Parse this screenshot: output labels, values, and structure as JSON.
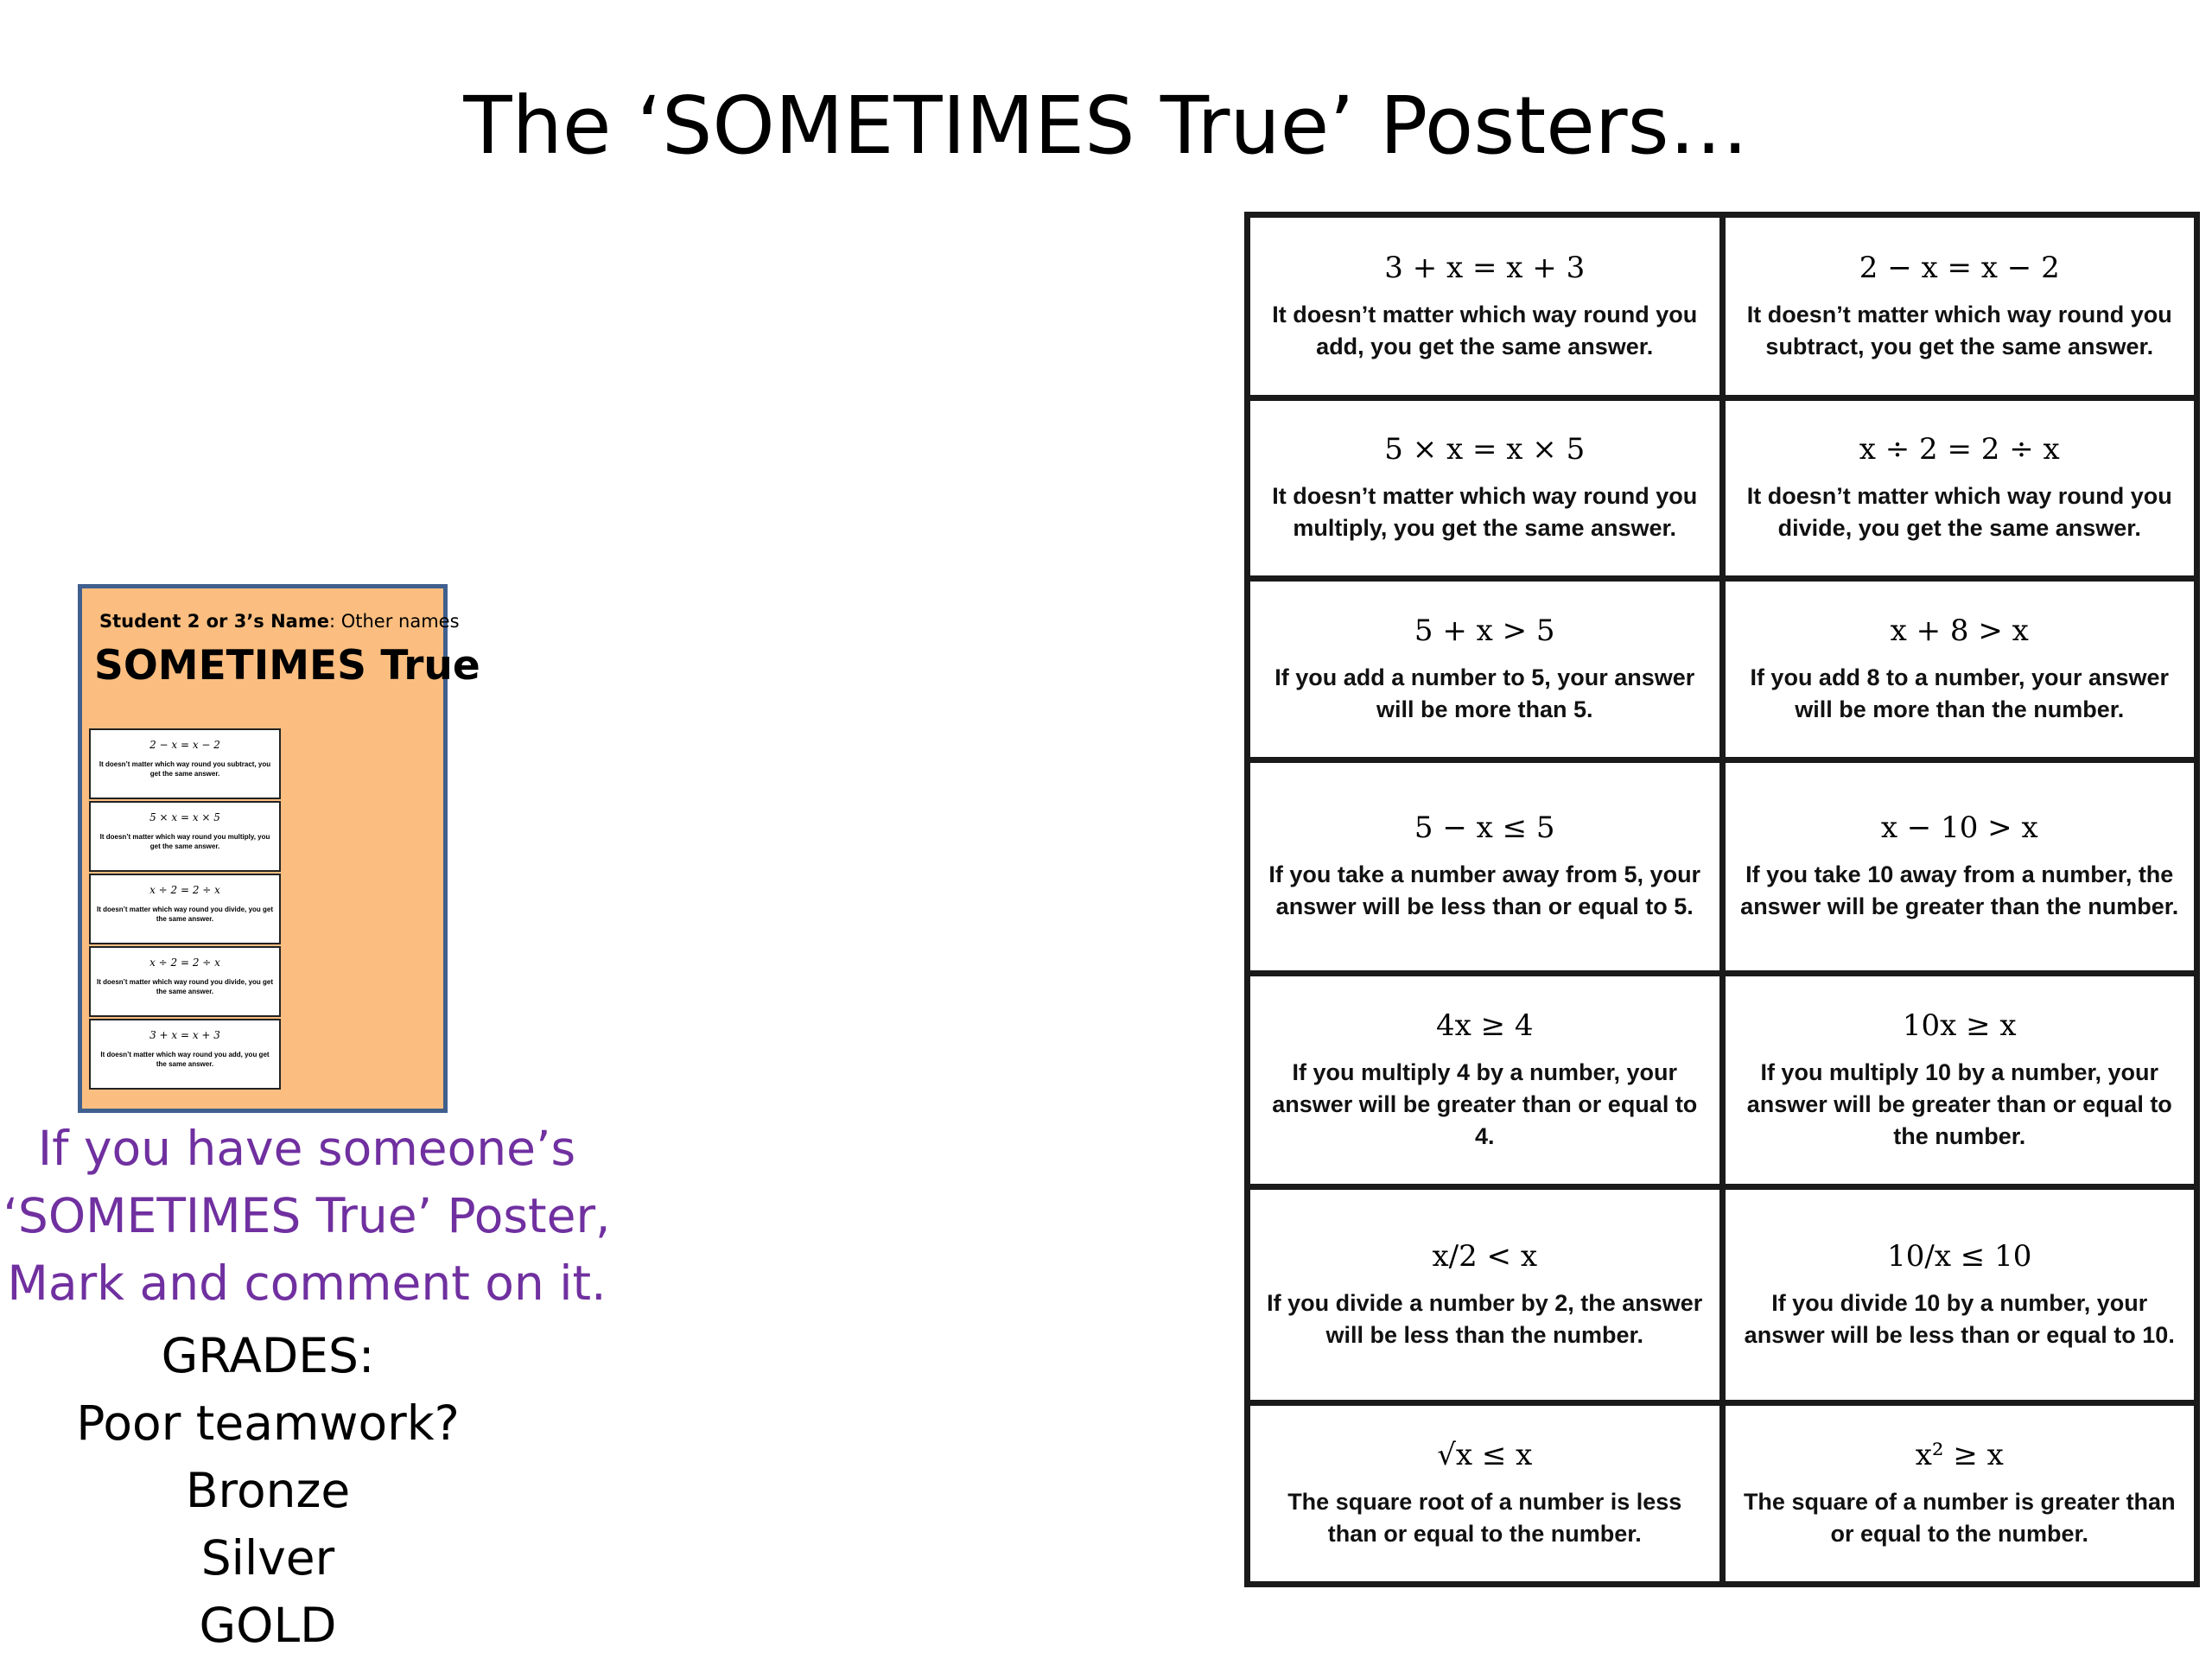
{
  "title": "The ‘SOMETIMES True’ Posters…",
  "poster": {
    "name_label": "Student 2 or 3’s Name",
    "name_value": ": Other names",
    "heading": "SOMETIMES True",
    "background": "#fbbe80",
    "border": "#3f5f8f",
    "mini_cards": [
      {
        "eq": "2 − x = x − 2",
        "desc": "It doesn’t matter which way round you subtract, you get the same answer."
      },
      {
        "eq": "5 × x = x × 5",
        "desc": "It doesn’t matter which way round you multiply, you get the same answer."
      },
      {
        "eq": "x ÷ 2 = 2 ÷ x",
        "desc": "It doesn’t matter which way round you divide, you get the same answer."
      },
      {
        "eq": "x ÷ 2 = 2 ÷ x",
        "desc": "It doesn’t matter which way round you divide, you get the same answer."
      },
      {
        "eq": "3 + x = x + 3",
        "desc": "It doesn’t matter which way round you add, you get the same answer."
      }
    ]
  },
  "instruction": {
    "line1": "If you have someone’s",
    "line2": "‘SOMETIMES True’ Poster,",
    "line3": "Mark and comment on it.",
    "color": "#7030a0"
  },
  "grades": {
    "heading": "GRADES:",
    "items": [
      "Poor teamwork?",
      "Bronze",
      "Silver",
      "GOLD"
    ]
  },
  "cards": [
    {
      "eq": "3 + x = x + 3",
      "desc": "It doesn’t matter which way round you add, you get the same answer."
    },
    {
      "eq": "2 − x = x − 2",
      "desc": "It doesn’t matter which way round you subtract, you get the same answer."
    },
    {
      "eq": "5 × x = x × 5",
      "desc": "It doesn’t matter which way round you multiply, you get the same answer."
    },
    {
      "eq": "x ÷ 2 = 2 ÷ x",
      "desc": "It doesn’t matter which way round you divide, you get the same answer."
    },
    {
      "eq": "5 + x > 5",
      "desc": "If you add a number to 5, your answer will be more than 5."
    },
    {
      "eq": "x + 8 > x",
      "desc": "If you add 8 to a number, your answer will be more than the number."
    },
    {
      "eq": "5 − x ≤ 5",
      "desc": "If you take a number away from 5, your answer will be less than or equal to 5."
    },
    {
      "eq": "x − 10 > x",
      "desc": "If you take 10 away from a number, the answer will be greater than the number."
    },
    {
      "eq": "4x ≥ 4",
      "desc": "If you multiply 4 by a number, your answer will be greater than or equal to 4."
    },
    {
      "eq": "10x ≥ x",
      "desc": "If you multiply 10 by a number, your answer will be greater than or equal to the number."
    },
    {
      "eq": "x/2 < x",
      "desc": "If you divide a number by 2, the answer will be less than the number."
    },
    {
      "eq": "10/x ≤ 10",
      "desc": "If you divide 10 by a number, your answer will be less than or equal to 10."
    },
    {
      "eq": "√x ≤ x",
      "desc": "The square root of a number is less than or equal to the number."
    },
    {
      "eq": "x² ≥ x",
      "desc": "The square of a number is greater than or equal to the number."
    }
  ]
}
